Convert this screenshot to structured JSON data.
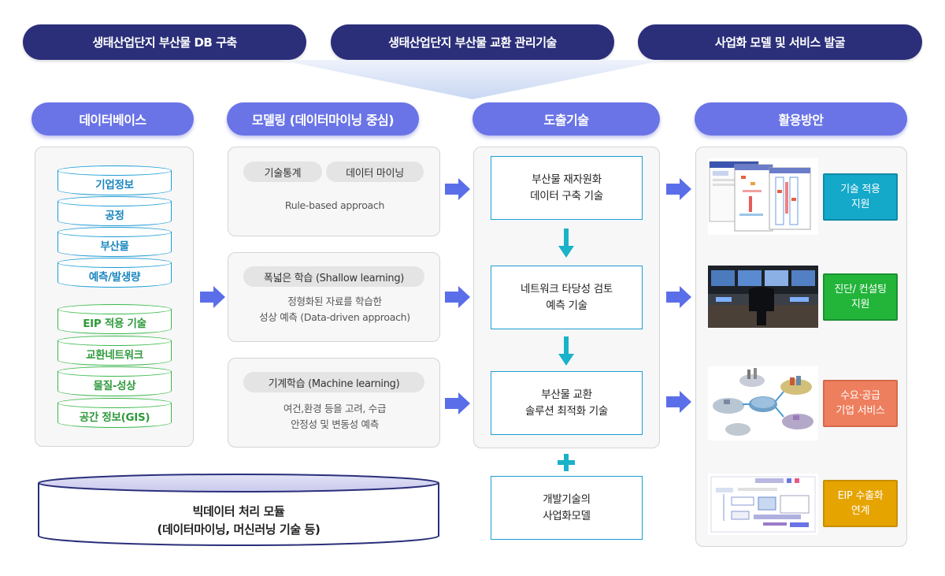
{
  "top_bar": [
    "생태산업단지 부산물 DB 구축",
    "생태산업단지 부산물 교환 관리기술",
    "사업화 모델 및 서비스 발굴"
  ],
  "columns": {
    "database": "데이터베이스",
    "modeling": "모델링 (데이터마이닝 중심)",
    "derived": "도출기술",
    "usage": "활용방안"
  },
  "database_items": {
    "blue": [
      "기업정보",
      "공정",
      "부산물",
      "예측/발생량"
    ],
    "green": [
      "EIP 적용 기술",
      "교환네트워크",
      "물질-성상",
      "공간 정보(GIS)"
    ]
  },
  "big_data": {
    "line1": "빅데이터 처리 모듈",
    "line2": "(데이터마이닝, 머신러닝 기술 등)"
  },
  "modeling": [
    {
      "tags": [
        "기술통계",
        "데이터 마이닝"
      ],
      "desc": [
        "Rule-based approach"
      ]
    },
    {
      "tags": [
        "폭넓은 학습 (Shallow learning)"
      ],
      "desc": [
        "정형화된 자료를 학습한",
        "성상 예측 (Data-driven approach)"
      ]
    },
    {
      "tags": [
        "기계학습 (Machine learning)"
      ],
      "desc": [
        "여건,환경 등을 고려, 수급",
        "안정성 및 변동성 예측"
      ]
    }
  ],
  "derived": [
    [
      "부산물 재자원화",
      "데이터 구축 기술"
    ],
    [
      "네트워크 타당성 검토",
      "예측 기술"
    ],
    [
      "부산물 교환",
      "솔루션 최적화 기술"
    ]
  ],
  "dev_model": [
    "개발기술의",
    "사업화모델"
  ],
  "applications": [
    {
      "lines": [
        "기술 적용",
        "지원"
      ],
      "color": "#14a8c9"
    },
    {
      "lines": [
        "진단/ 컨설팅",
        "지원"
      ],
      "color": "#23b43a"
    },
    {
      "lines": [
        "수요·공급",
        "기업 서비스"
      ],
      "color": "#ee7f5e"
    },
    {
      "lines": [
        "EIP 수출화",
        "연계"
      ],
      "color": "#e6a400"
    }
  ],
  "colors": {
    "navy": "#2b2f7a",
    "header_purple": "#6a74e6",
    "arrow": "#5b6ee9",
    "teal": "#1ab2c8",
    "db_blue": "#1c9cd6",
    "db_green": "#39b84a"
  }
}
